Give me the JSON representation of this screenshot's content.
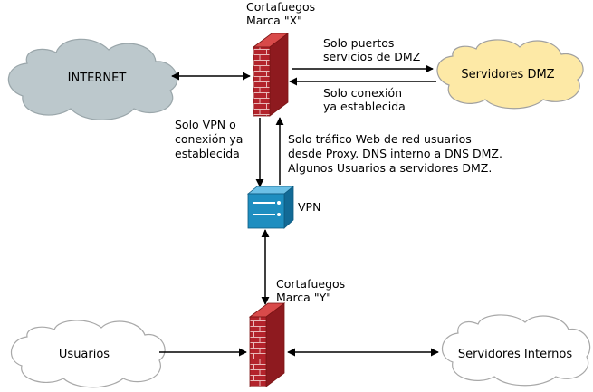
{
  "nodes": {
    "internet": {
      "label": "INTERNET",
      "fill": "#bcc8cc"
    },
    "dmz_servers": {
      "label": "Servidores DMZ",
      "fill": "#fde9a6"
    },
    "users": {
      "label": "Usuarios",
      "fill": "#ffffff"
    },
    "internal_servers": {
      "label": "Servidores Internos",
      "fill": "#ffffff"
    },
    "vpn": {
      "label": "VPN",
      "fill": "#1e8ec0"
    },
    "firewall_x": {
      "line1": "Cortafuegos",
      "line2": "Marca \"X\"",
      "fill": "#b3232b"
    },
    "firewall_y": {
      "line1": "Cortafuegos",
      "line2": "Marca \"Y\"",
      "fill": "#b3232b"
    }
  },
  "edges": {
    "fw_to_dmz": {
      "line1": "Solo puertos",
      "line2": "servicios de DMZ"
    },
    "dmz_to_fw": {
      "line1": "Solo conexión",
      "line2": "ya establecida"
    },
    "fw_to_vpn": {
      "line1": "Solo VPN o",
      "line2": "conexión ya",
      "line3": "establecida"
    },
    "vpn_to_fw": {
      "line1": "Solo tráfico Web de red usuarios",
      "line2": "desde Proxy. DNS interno a DNS DMZ.",
      "line3": "Algunos Usuarios a servidores DMZ."
    }
  }
}
